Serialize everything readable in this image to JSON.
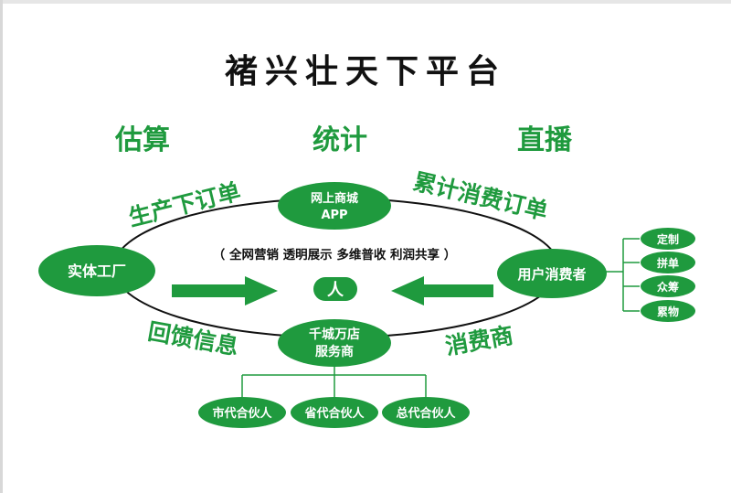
{
  "title": "褚兴壮天下平台",
  "headers": {
    "left": "估算",
    "center": "统计",
    "right": "直播"
  },
  "center": {
    "slogan": "（ 全网营销  透明展示  多维普收  利润共享 ）",
    "hub": "人"
  },
  "nodes": {
    "top": {
      "line1": "网上商城",
      "line2": "APP"
    },
    "left": "实体工厂",
    "right": "用户消费者",
    "bottom": {
      "line1": "千城万店",
      "line2": "服务商"
    }
  },
  "edge_labels": {
    "top_left": "生产下订单",
    "top_right": "累计消费订单",
    "bottom_left": "回馈信息",
    "bottom_right": "消费商"
  },
  "right_branch": [
    "定制",
    "拼单",
    "众筹",
    "累物"
  ],
  "bottom_branch": [
    "市代合伙人",
    "省代合伙人",
    "总代合伙人"
  ],
  "colors": {
    "green": "#1f9a3e",
    "dark": "#111111"
  }
}
